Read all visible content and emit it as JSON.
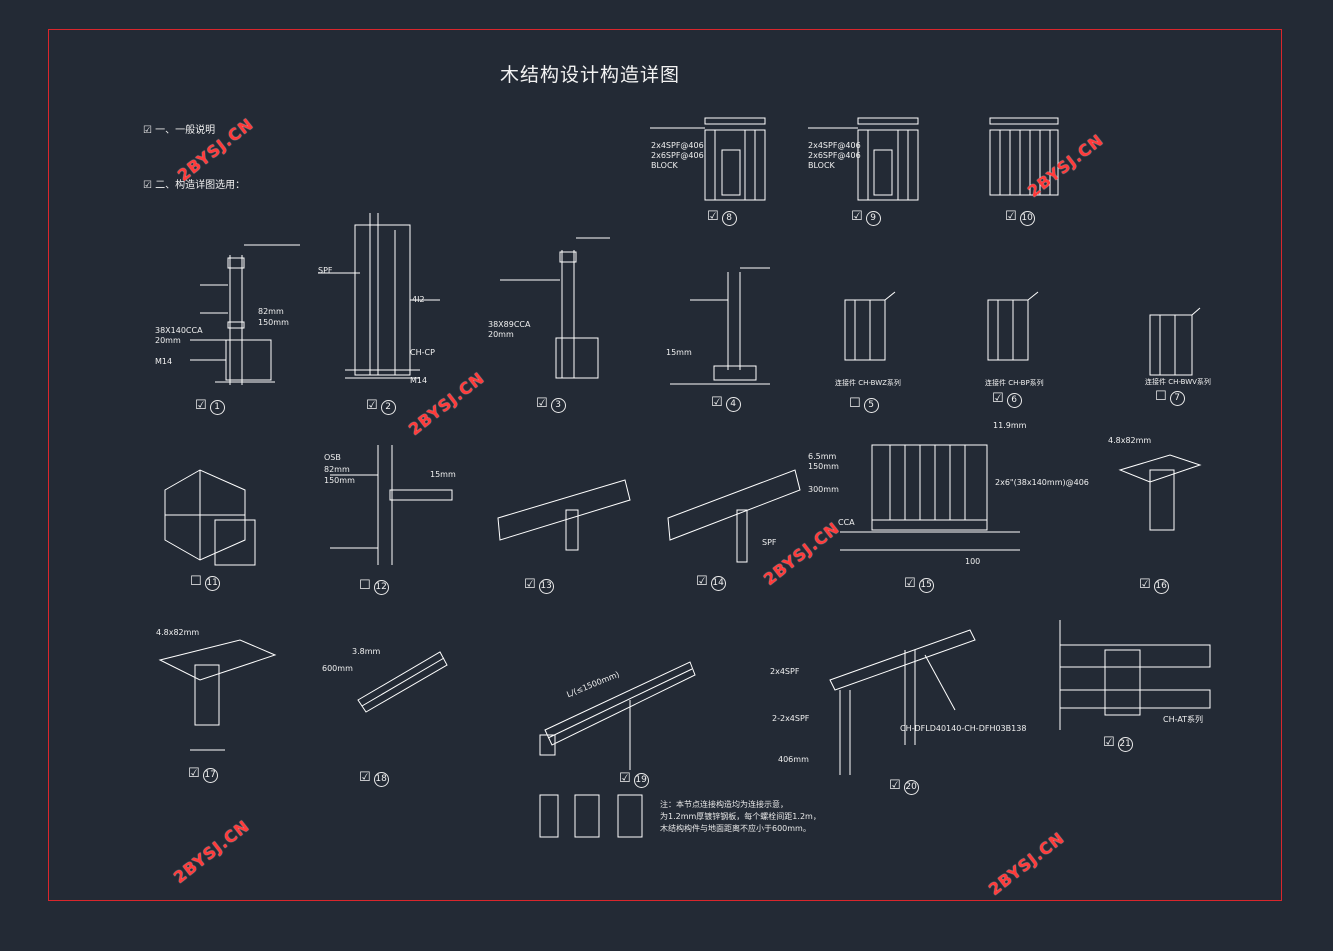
{
  "title": "木结构设计构造详图",
  "general": [
    {
      "label": "一、一般说明",
      "checked": true
    },
    {
      "label": "二、构造详图选用：",
      "checked": true
    }
  ],
  "details": [
    {
      "num": "1",
      "checked": true
    },
    {
      "num": "2",
      "checked": true
    },
    {
      "num": "3",
      "checked": true
    },
    {
      "num": "4",
      "checked": true
    },
    {
      "num": "5",
      "checked": false
    },
    {
      "num": "6",
      "checked": true
    },
    {
      "num": "7",
      "checked": false
    },
    {
      "num": "8",
      "checked": true
    },
    {
      "num": "9",
      "checked": true
    },
    {
      "num": "10",
      "checked": true
    },
    {
      "num": "11",
      "checked": false
    },
    {
      "num": "12",
      "checked": false
    },
    {
      "num": "13",
      "checked": true
    },
    {
      "num": "14",
      "checked": true
    },
    {
      "num": "15",
      "checked": true
    },
    {
      "num": "16",
      "checked": true
    },
    {
      "num": "17",
      "checked": true
    },
    {
      "num": "18",
      "checked": true
    },
    {
      "num": "19",
      "checked": true
    },
    {
      "num": "20",
      "checked": true
    },
    {
      "num": "21",
      "checked": true
    }
  ],
  "labels": {
    "d1_a": "82mm",
    "d1_b": "150mm",
    "d1_c": "38X140CCA",
    "d1_d": "20mm",
    "d1_e": "M14",
    "d2_a": "SPF",
    "d2_b": "4I2",
    "d2_c": "CH-CP",
    "d2_d": "M14",
    "d3_a": "38X89CCA",
    "d3_b": "20mm",
    "d4_a": "15mm",
    "d5": "连接件 CH-BWZ系列",
    "d6": "连接件 CH-BP系列",
    "d7": "连接件 CH-BWV系列",
    "d8_a": "2x4SPF@406",
    "d8_b": "2x6SPF@406",
    "d8_c": "BLOCK",
    "d9_a": "2x4SPF@406",
    "d9_b": "2x6SPF@406",
    "d9_c": "BLOCK",
    "d12_a": "OSB",
    "d12_b": "82mm",
    "d12_c": "150mm",
    "d12_d": "15mm",
    "d14": "SPF",
    "d15_a": "11.9mm",
    "d15_b": "6.5mm",
    "d15_c": "150mm",
    "d15_d": "300mm",
    "d15_e": "2x6\"(38x140mm)@406",
    "d15_f": "CCA",
    "d15_g": "100",
    "d16": "4.8x82mm",
    "d17": "4.8x82mm",
    "d18_a": "3.8mm",
    "d18_b": "600mm",
    "d19": "L/(≤1500mm)",
    "d20_a": "2x4SPF",
    "d20_b": "2-2x4SPF",
    "d20_c": "CH-DFLD40140-CH-DFH03B138",
    "d20_d": "406mm",
    "d21": "CH-AT系列"
  },
  "note": [
    "注：本节点连接构造均为连接示意，",
    "为1.2mm厚镀锌钢板，每个螺栓间距1.2m，",
    "木结构构件与地面距离不应小于600mm。"
  ],
  "watermark": "2BYSJ.CN",
  "colors": {
    "background": "#232a35",
    "frame": "#d9262c",
    "line": "#ffffff",
    "watermark": "#ff3b3b"
  }
}
